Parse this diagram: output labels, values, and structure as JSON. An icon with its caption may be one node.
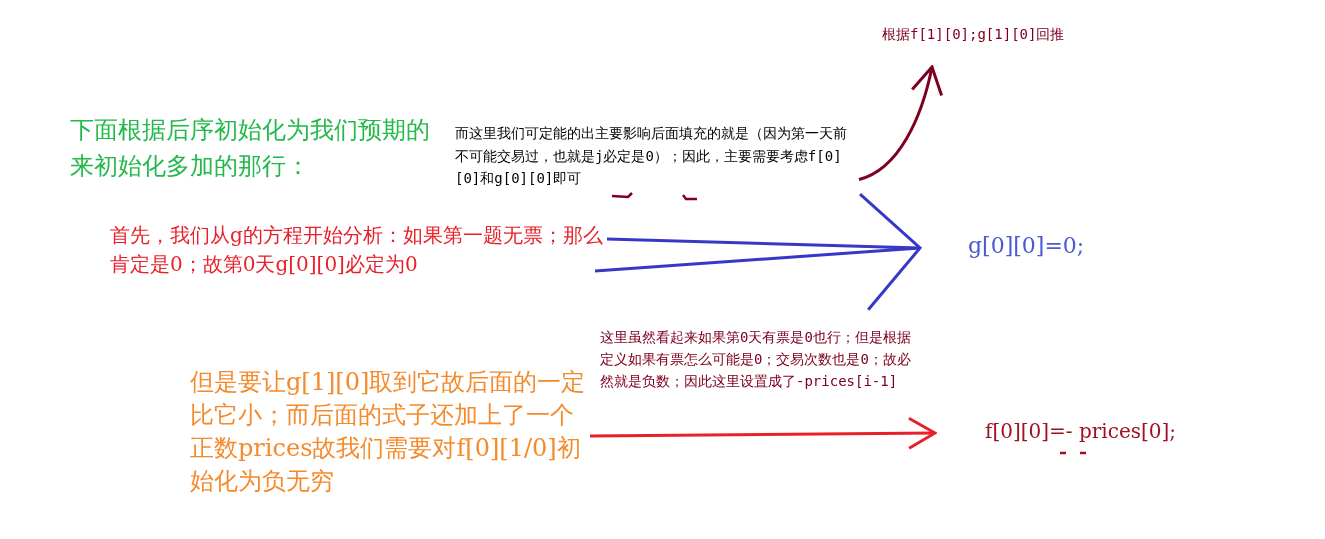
{
  "diagram": {
    "nodes": [
      {
        "text": [
          "下面根据后序初始化为我们预期的来初始化多加的那行："
        ]
      },
      {
        "text": [
          "而这里我们可定能的出主要影响后面填充的就是（因为第一天前不可能交易过，也就是j必定是0）；因此，主要需要考虑f[0][0]和g[0][0]即可"
        ]
      },
      {
        "text": [
          "根据f[1][0];g[1][0]回推"
        ]
      },
      {
        "text": [
          "首先，我们从g的方程开始分析：如果第一题无票；那么肯定是0；故第0天g[0][0]必定为0"
        ]
      },
      {
        "text": [
          "g[0][0]=0;"
        ]
      },
      {
        "text": [
          "这里虽然看起来如果第0天有票是0也行；但是根据定义如果有票怎么可能是0；交易次数也是0；故必然就是负数；因此这里设置成了-prices[i-1]"
        ]
      },
      {
        "text": [
          "但是要让g[1][0]取到它故后面的一定比它小；而后面的式子还加上了一个正数prices故我们需要对f[0][1/0]初始化为负无穷"
        ]
      },
      {
        "text": [
          "f[0][0]=- prices[0];"
        ]
      }
    ],
    "edges": [
      {
        "from": 1,
        "to": 2,
        "arrow": "to",
        "color": "#800020"
      },
      {
        "from": 3,
        "to": 4,
        "arrow": "to",
        "color": "#3838c8"
      },
      {
        "from": 6,
        "to": 7,
        "arrow": "to",
        "color": "#e8202a"
      }
    ]
  }
}
